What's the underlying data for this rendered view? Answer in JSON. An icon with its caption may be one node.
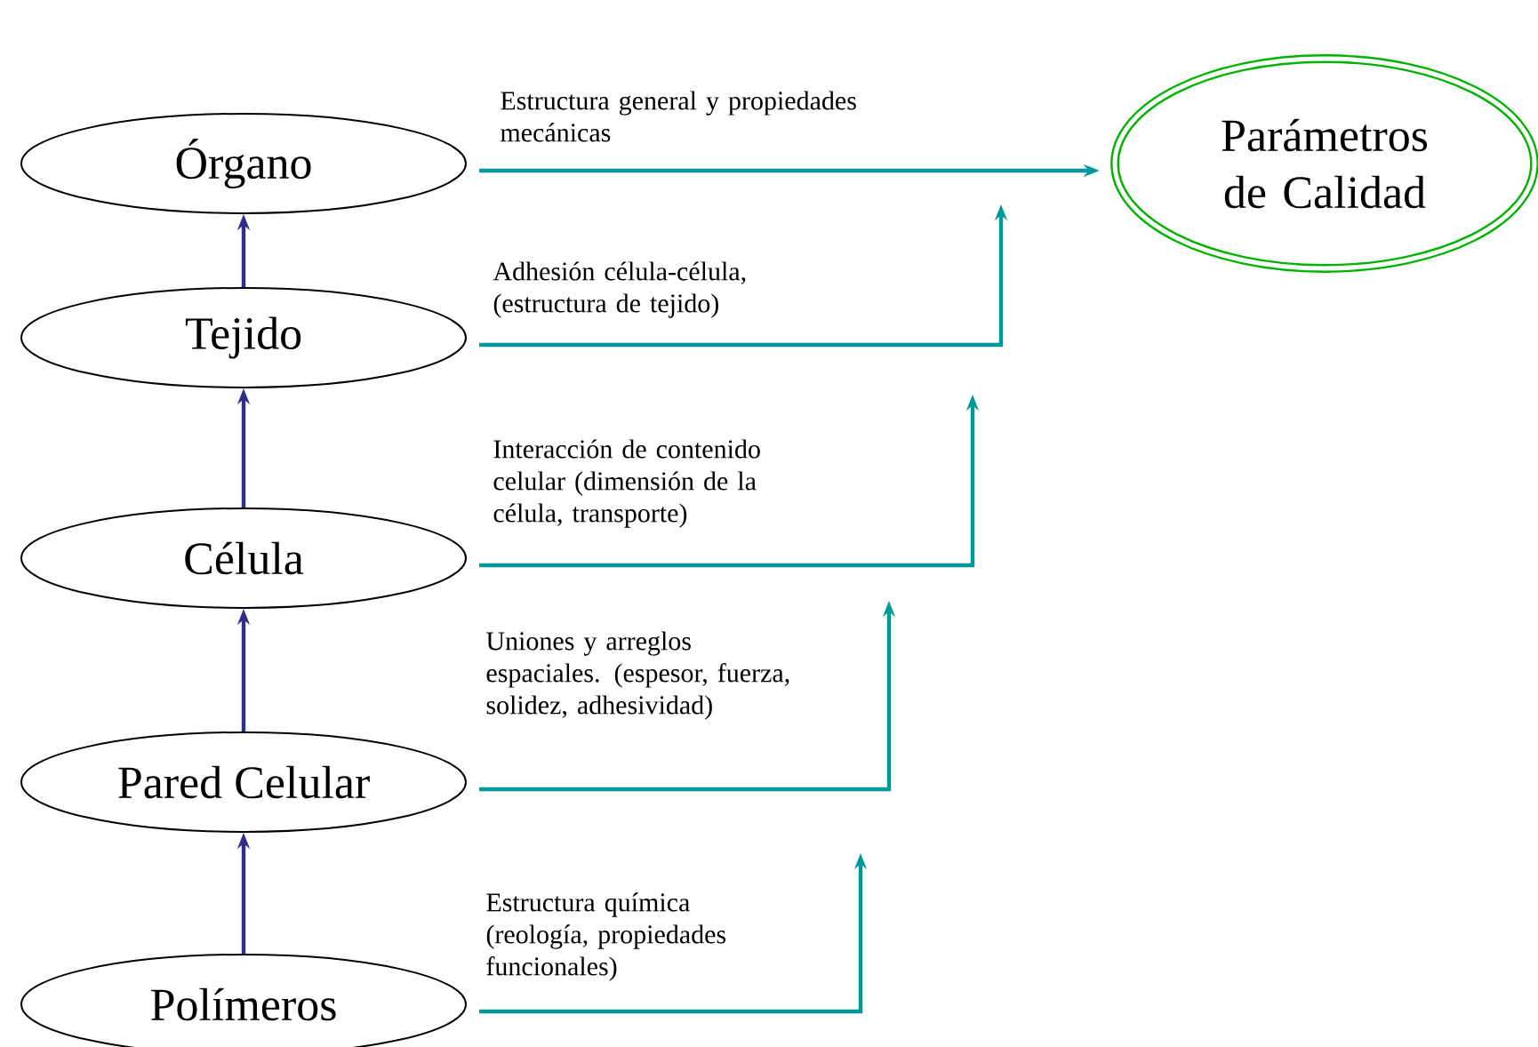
{
  "diagram": {
    "nodes": [
      {
        "text": [
          "Órgano"
        ]
      },
      {
        "text": [
          "Tejido"
        ]
      },
      {
        "text": [
          "Célula"
        ]
      },
      {
        "text": [
          "Pared Celular"
        ]
      },
      {
        "text": [
          "Polímeros"
        ]
      },
      {
        "text": [
          "Parámetros de Calidad"
        ]
      }
    ],
    "edges": [
      {
        "from": 1,
        "to": 0,
        "arrow": "to",
        "color": "#2e2e8c"
      },
      {
        "from": 2,
        "to": 1,
        "arrow": "to",
        "color": "#2e2e8c"
      },
      {
        "from": 3,
        "to": 2,
        "arrow": "to",
        "color": "#2e2e8c"
      },
      {
        "from": 4,
        "to": 3,
        "arrow": "to",
        "color": "#2e2e8c"
      },
      {
        "from": 0,
        "to": 5,
        "arrow": "to",
        "label": "Estructura general y propiedades mecánicas"
      },
      {
        "from": 1,
        "to": null,
        "arrow": "to",
        "label": "Adhesión célula-célula, (estructura de tejido)"
      },
      {
        "from": 2,
        "to": null,
        "arrow": "to",
        "label": "Interacción de contenido celular (dimensión de la célula, transporte)"
      },
      {
        "from": 3,
        "to": null,
        "arrow": "to",
        "label": "Uniones y arreglos espaciales. (espesor, fuerza, solidez, adhesividad)"
      },
      {
        "from": 4,
        "to": null,
        "arrow": "to",
        "label": "Estructura química (reología, propiedades funcionales)"
      }
    ]
  }
}
